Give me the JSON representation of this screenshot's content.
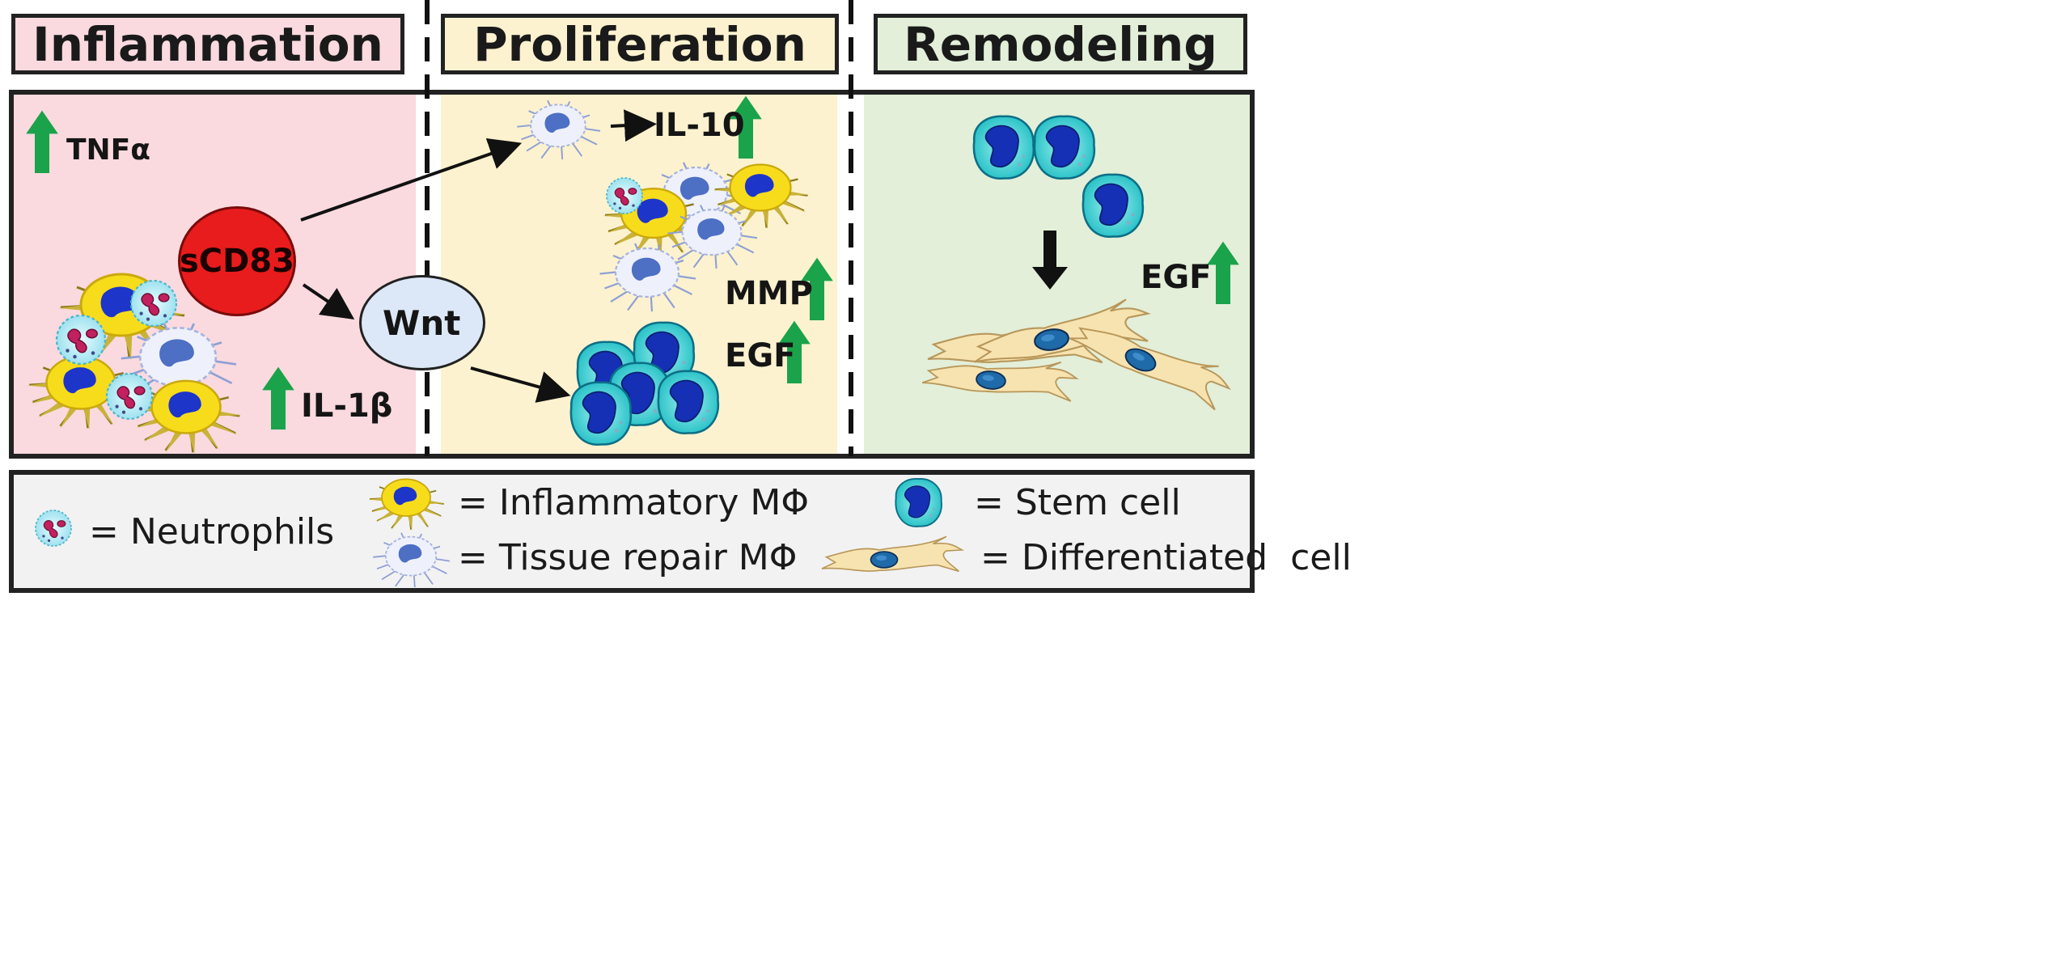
{
  "phases": {
    "inflammation": "Inflammation",
    "proliferation": "Proliferation",
    "remodeling": "Remodeling"
  },
  "labels": {
    "tnf": "TNFα",
    "il1b": "IL-1β",
    "scd83": "sCD83",
    "wnt": "Wnt",
    "il10": "IL-10",
    "mmp": "MMP",
    "egf_prolif": "EGF",
    "egf_remodel": "EGF"
  },
  "legend": {
    "neutrophils": "= Neutrophils",
    "inflammatory_mphi": "= Inflammatory MΦ",
    "tissue_repair_mphi": "= Tissue repair MΦ",
    "stem_cell": "= Stem cell",
    "differentiated_cell": "= Differentiated  cell"
  },
  "colors": {
    "inflammation_bg": "#fadadf",
    "proliferation_bg": "#fdf2cf",
    "remodeling_bg": "#e3efd9",
    "legend_bg": "#f2f2f2",
    "up_arrow": "#1aa34a",
    "scd83": "#e81c1c",
    "wnt": "#dce8f7"
  }
}
